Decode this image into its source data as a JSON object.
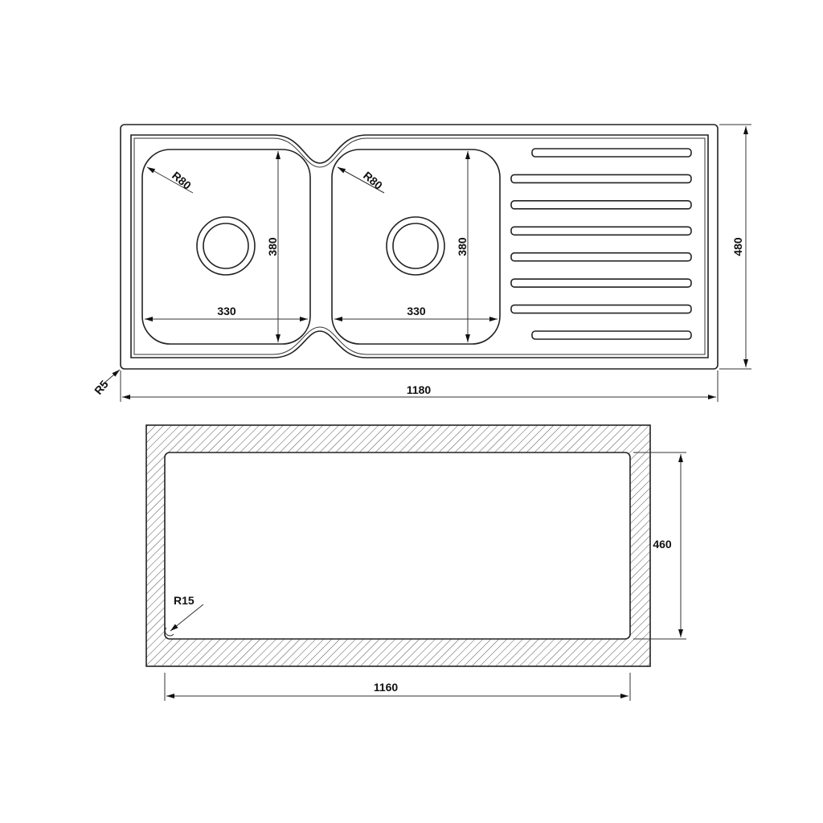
{
  "top_view": {
    "overall_width": "1180",
    "overall_depth": "480",
    "corner_radius": "R5",
    "bowl_left": {
      "width": "330",
      "depth": "380",
      "radius": "R80"
    },
    "bowl_right": {
      "width": "330",
      "depth": "380",
      "radius": "R80"
    },
    "drainer_groove_count": 8
  },
  "cutout_view": {
    "width": "1160",
    "depth": "460",
    "corner_radius": "R15"
  },
  "colors": {
    "line": "#222222",
    "background": "#ffffff"
  }
}
